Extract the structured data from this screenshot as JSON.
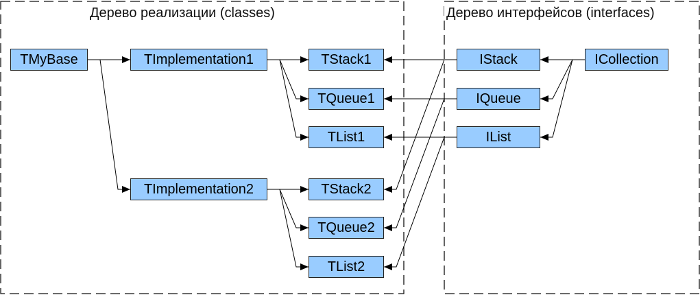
{
  "colors": {
    "node_fill": "#99ccff",
    "node_border": "#222222",
    "edge": "#000000",
    "region_border": "#111111"
  },
  "regions": {
    "classes": {
      "title": "Дерево реализации (classes)"
    },
    "interfaces": {
      "title": "Дерево интерфейсов (interfaces)"
    }
  },
  "nodes": {
    "tmybase": "TMyBase",
    "timpl1": "TImplementation1",
    "timpl2": "TImplementation2",
    "tstack1": "TStack1",
    "tqueue1": "TQueue1",
    "tlist1": "TList1",
    "tstack2": "TStack2",
    "tqueue2": "TQueue2",
    "tlist2": "TList2",
    "istack": "IStack",
    "iqueue": "IQueue",
    "ilist": "IList",
    "icollection": "ICollection"
  },
  "edges": [
    [
      "tmybase",
      "timpl1"
    ],
    [
      "tmybase",
      "timpl2"
    ],
    [
      "timpl1",
      "tstack1"
    ],
    [
      "timpl1",
      "tqueue1"
    ],
    [
      "timpl1",
      "tlist1"
    ],
    [
      "timpl2",
      "tstack2"
    ],
    [
      "timpl2",
      "tqueue2"
    ],
    [
      "timpl2",
      "tlist2"
    ],
    [
      "istack",
      "tstack1"
    ],
    [
      "iqueue",
      "tqueue1"
    ],
    [
      "ilist",
      "tlist1"
    ],
    [
      "istack",
      "tstack2"
    ],
    [
      "iqueue",
      "tqueue2"
    ],
    [
      "ilist",
      "tlist2"
    ],
    [
      "icollection",
      "istack"
    ],
    [
      "icollection",
      "iqueue"
    ],
    [
      "icollection",
      "ilist"
    ]
  ]
}
